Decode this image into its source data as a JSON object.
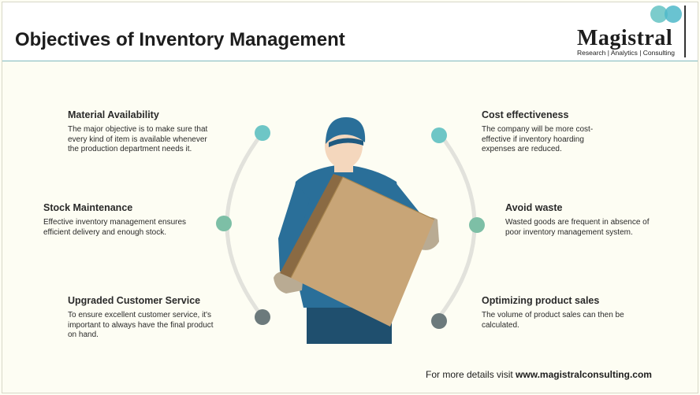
{
  "header": {
    "title": "Objectives of Inventory Management",
    "logo_name": "Magistral",
    "logo_tagline": "Research | Analytics | Consulting"
  },
  "left_items": [
    {
      "heading": "Material Availability",
      "body": "The major objective is to make sure that every kind of item is available whenever the production department needs it."
    },
    {
      "heading": "Stock Maintenance",
      "body": "Effective inventory management ensures efficient delivery and enough stock."
    },
    {
      "heading": "Upgraded Customer Service",
      "body": "To ensure excellent customer service, it's important to always have the final product on hand."
    }
  ],
  "right_items": [
    {
      "heading": "Cost effectiveness",
      "body": "The company will be more cost-effective if inventory hoarding expenses are reduced."
    },
    {
      "heading": "Avoid waste",
      "body": "Wasted goods are frequent in absence of poor inventory management system."
    },
    {
      "heading": "Optimizing product sales",
      "body": "The volume of product sales can then be calculated."
    }
  ],
  "footer": {
    "prefix": "For more details visit ",
    "link": "www.magistralconsulting.com"
  },
  "colors": {
    "teal_dot": "#6ec6c6",
    "green_dot": "#7dbfa6",
    "gray_dot": "#6c7a7c",
    "arc": "#e2e2dc",
    "uniform": "#2a6f99",
    "box": "#c8a577"
  }
}
